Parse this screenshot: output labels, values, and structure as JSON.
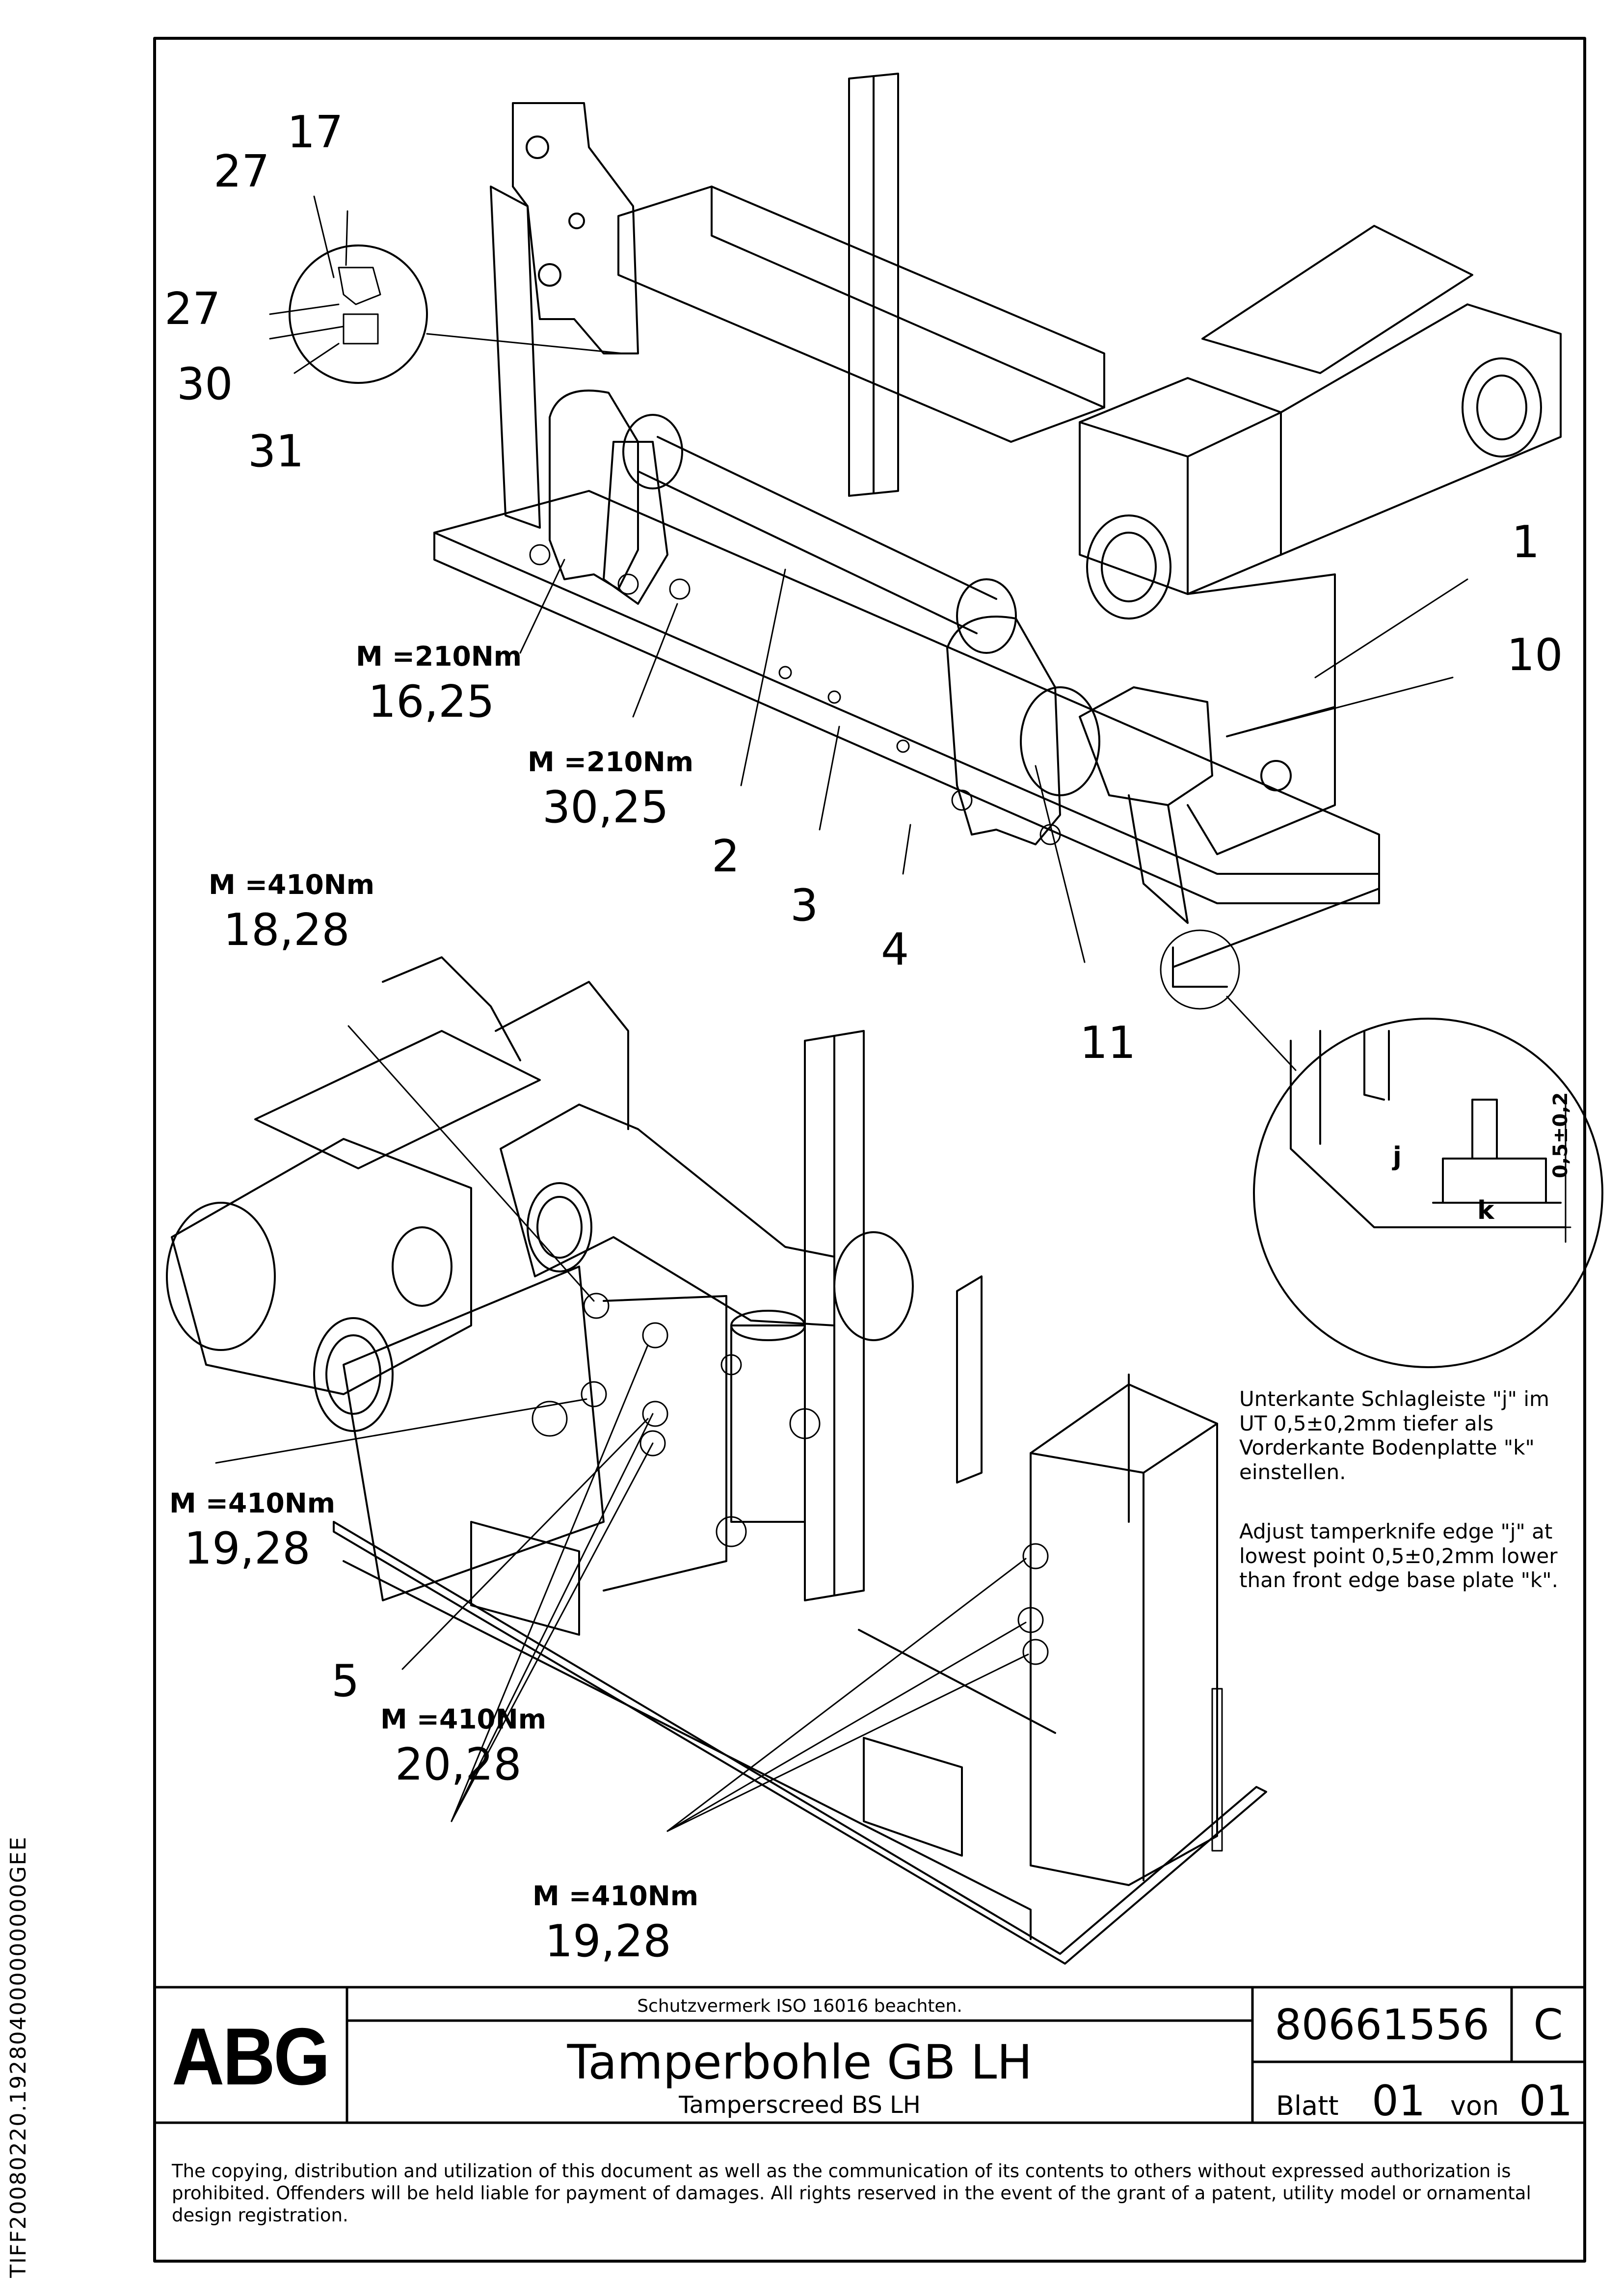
{
  "callouts": {
    "c1": "1",
    "c2": "2",
    "c3": "3",
    "c4": "4",
    "c5": "5",
    "c10": "10",
    "c11": "11",
    "c17": "17",
    "c27a": "27",
    "c27b": "27",
    "c30": "30",
    "c31": "31"
  },
  "torque": {
    "t1": {
      "label": "M =210Nm",
      "value": "16,25"
    },
    "t2": {
      "label": "M =210Nm",
      "value": "30,25"
    },
    "t3": {
      "label": "M =410Nm",
      "value": "18,28"
    },
    "t4": {
      "label": "M =410Nm",
      "value": "19,28"
    },
    "t5": {
      "label": "M =410Nm",
      "value": "20,28"
    },
    "t6": {
      "label": "M =410Nm",
      "value": "19,28"
    }
  },
  "detail": {
    "j": "j",
    "k": "k",
    "dim": "0,5±0,2"
  },
  "notes": {
    "de": "Unterkante Schlagleiste \"j\" im UT 0,5±0,2mm tiefer als Vorderkante Bodenplatte \"k\" einstellen.",
    "en": "Adjust tamperknife edge \"j\" at lowest point 0,5±0,2mm lower than front edge base plate \"k\"."
  },
  "title_block": {
    "logo": "ABG",
    "protection": "Schutzvermerk ISO 16016 beachten.",
    "title": "Tamperbohle GB LH",
    "subtitle": "Tamperscreed BS LH",
    "drawing_number": "80661556",
    "revision": "C",
    "sheet_label": "Blatt",
    "sheet": "01",
    "of_label": "von",
    "sheets": "01",
    "copyright": "The copying, distribution and utilization of this document as well as the communication of its contents to others without expressed authorization is prohibited. Offenders will be held liable for payment of damages. All rights reserved in the event of the grant of a patent, utility model or ornamental design registration."
  },
  "side_code": "TIFF20080220.192804000000000GEE"
}
